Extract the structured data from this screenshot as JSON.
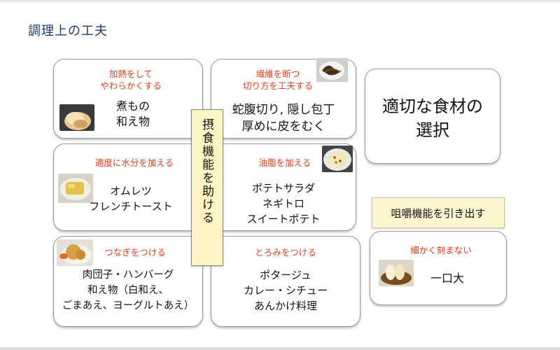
{
  "title": "調理上の工夫",
  "boxes": {
    "nimono": {
      "caption": "加熱をして\nやわらかくする",
      "text": "煮もの\n和え物",
      "photo": "turnip-dish-photo"
    },
    "fiber": {
      "caption": "繊維を断つ\n切り方を工夫する",
      "text": "蛇腹切り, 隠し包丁\n厚めに皮をむく",
      "photo": "seaweed-dish-photo"
    },
    "select": {
      "text": "適切な食材の\n選択"
    },
    "moisture": {
      "caption": "適度に水分を加える",
      "text": "オムレツ\nフレンチトースト",
      "photo": "omelette-photo"
    },
    "oil": {
      "caption": "油脂を加える",
      "text": "ポテトサラダ\nネギトロ\nスイートポテト",
      "photo": "potato-salad-photo"
    },
    "binder": {
      "caption": "つなぎをつける",
      "text": "肉団子・ハンバーグ\n和え物（白和え、\nごまあえ、ヨーグルトあえ）",
      "photo": "meatball-photo"
    },
    "thicken": {
      "caption": "とろみをつける",
      "text": "ポタージュ\nカレー・シチュー\nあんかけ料理"
    },
    "bite": {
      "caption": "細かく刻まない",
      "text": "一口大",
      "photo": "bite-size-photo"
    }
  },
  "vertical_label": "摂食機能を助ける",
  "chewing_label": "咀嚼機能を引き出す"
}
